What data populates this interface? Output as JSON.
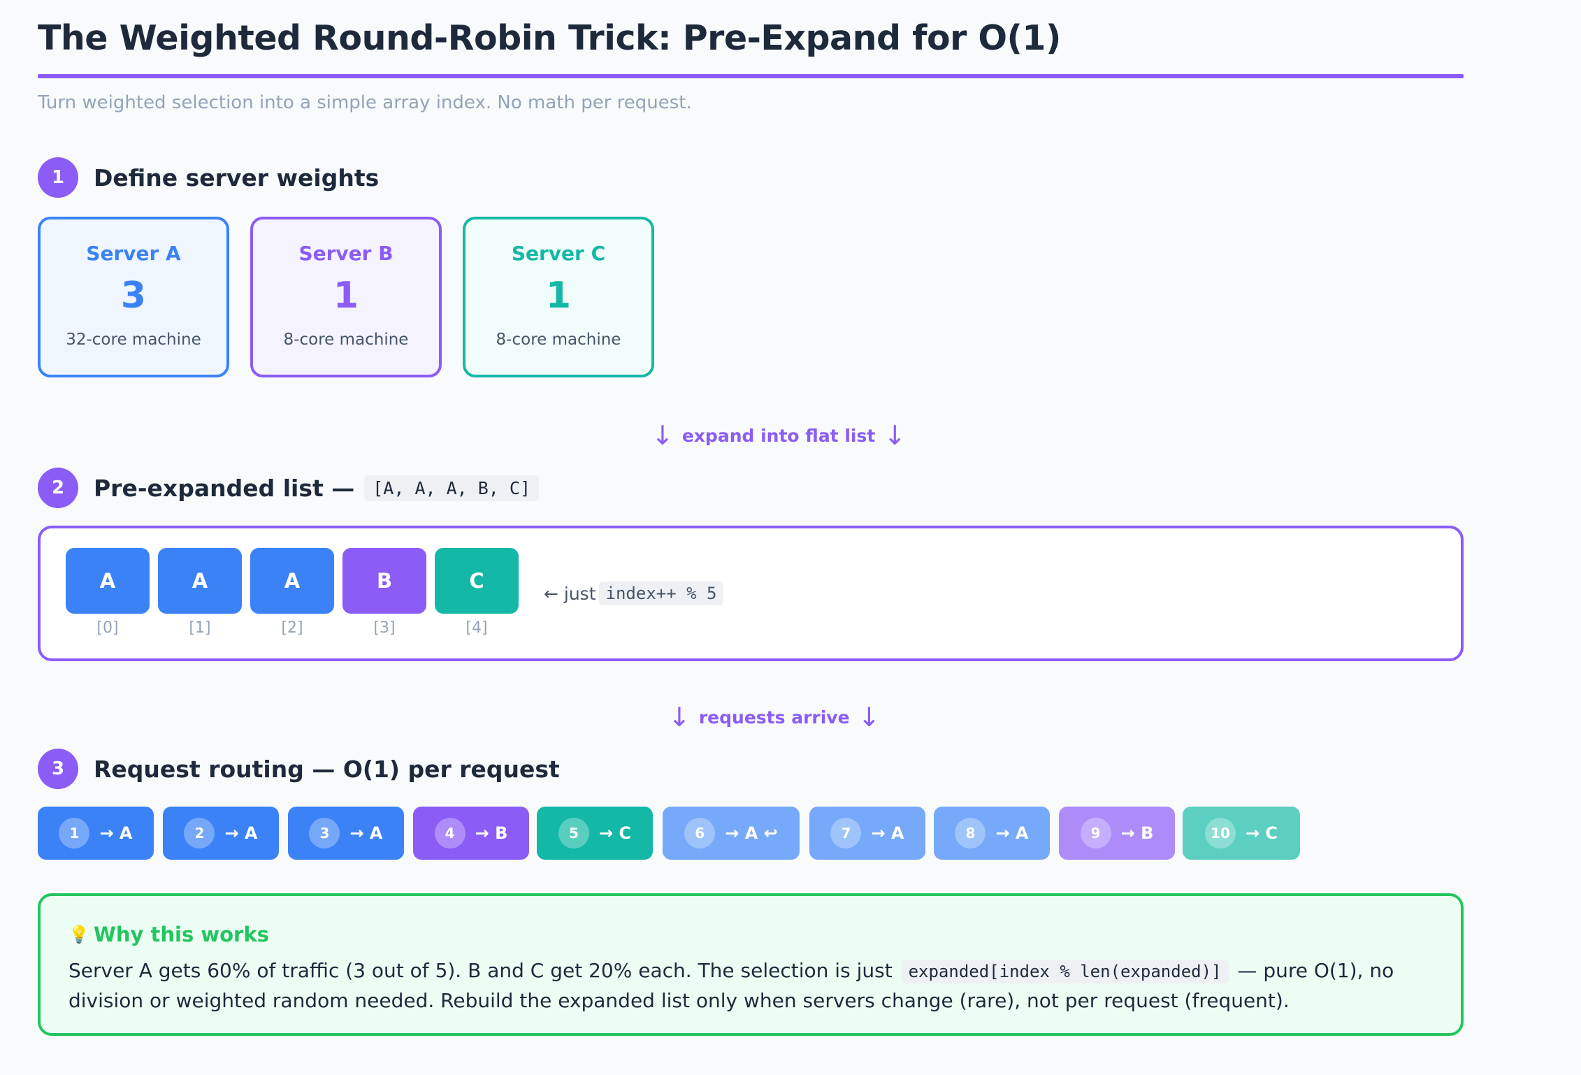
{
  "header": {
    "title": "The Weighted Round-Robin Trick: Pre-Expand for O(1)",
    "subtitle": "Turn weighted selection into a simple array index. No math per request."
  },
  "step1": {
    "number": "1",
    "title": "Define server weights"
  },
  "servers": [
    {
      "name": "Server A",
      "weight": "3",
      "desc": "32-core machine",
      "color": "#3b82f6",
      "bg": "#eff6ff"
    },
    {
      "name": "Server B",
      "weight": "1",
      "desc": "8-core machine",
      "color": "#8b5cf6",
      "bg": "#f5f3ff"
    },
    {
      "name": "Server C",
      "weight": "1",
      "desc": "8-core machine",
      "color": "#14b8a6",
      "bg": "#f0fdfa"
    }
  ],
  "flow1": {
    "arrow": "↓",
    "label": "expand into flat list"
  },
  "step2": {
    "number": "2",
    "title": "Pre-expanded list —",
    "code": "[A, A, A, B, C]"
  },
  "expanded": {
    "slots": [
      {
        "label": "A",
        "index": "[0]",
        "color": "#3b82f6"
      },
      {
        "label": "A",
        "index": "[1]",
        "color": "#3b82f6"
      },
      {
        "label": "A",
        "index": "[2]",
        "color": "#3b82f6"
      },
      {
        "label": "B",
        "index": "[3]",
        "color": "#8b5cf6"
      },
      {
        "label": "C",
        "index": "[4]",
        "color": "#14b8a6"
      }
    ],
    "note_prefix": "← just",
    "note_code": "index++ % 5"
  },
  "flow2": {
    "arrow": "↓",
    "label": "requests arrive"
  },
  "step3": {
    "number": "3",
    "title": "Request routing — O(1) per request"
  },
  "requests": [
    {
      "num": "1",
      "target": "→ A",
      "color": "#3b82f6"
    },
    {
      "num": "2",
      "target": "→ A",
      "color": "#3b82f6"
    },
    {
      "num": "3",
      "target": "→ A",
      "color": "#3b82f6"
    },
    {
      "num": "4",
      "target": "→ B",
      "color": "#8b5cf6"
    },
    {
      "num": "5",
      "target": "→ C",
      "color": "#14b8a6"
    },
    {
      "num": "6",
      "target": "→ A ↩",
      "color": "#76a9f9"
    },
    {
      "num": "7",
      "target": "→ A",
      "color": "#76a9f9"
    },
    {
      "num": "8",
      "target": "→ A",
      "color": "#76a9f9"
    },
    {
      "num": "9",
      "target": "→ B",
      "color": "#ad8cfa"
    },
    {
      "num": "10",
      "target": "→ C",
      "color": "#5bcfc1"
    }
  ],
  "why": {
    "icon": "💡",
    "title": "Why this works",
    "text1": "Server A gets 60% of traffic (3 out of 5). B and C get 20% each. The selection is just",
    "code": "expanded[index % len(expanded)]",
    "text2": "— pure O(1), no division or weighted random needed. Rebuild the expanded list only when servers change (rare), not per request (frequent)."
  }
}
